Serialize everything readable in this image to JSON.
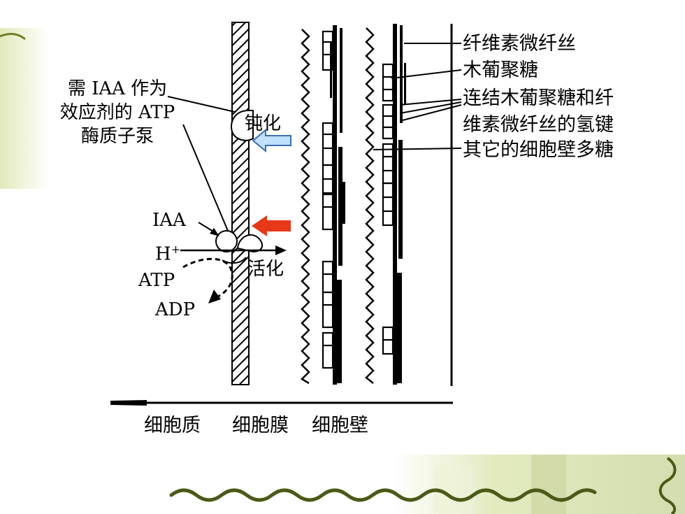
{
  "labels": {
    "pump_line1": "需 IAA 作为",
    "pump_line2": "效应剂的 ATP",
    "pump_line3": "酶质子泵",
    "blunted": "钝化",
    "activated": "活化",
    "iaa": "IAA",
    "h_plus": "H",
    "h_plus_sup": "+",
    "atp": "ATP",
    "adp": "ADP",
    "cellulose_microfibril": "纤维素微纤丝",
    "xyloglucan": "木葡聚糖",
    "hbond_line1": "连结木葡聚糖和纤",
    "hbond_line2": "维素微纤丝的氢键",
    "other_polysaccharides": "其它的细胞壁多糖",
    "cytoplasm": "细胞质",
    "plasma_membrane": "细胞膜",
    "cell_wall": "细胞壁"
  },
  "colors": {
    "ink": "#000000",
    "blunt_arrow": "#bfe0ff",
    "blunt_arrow_stroke": "#3a6fb0",
    "activate_arrow": "#e8381a",
    "deco_green": "#dfe8b8",
    "deco_stroke": "#4a5a18"
  }
}
